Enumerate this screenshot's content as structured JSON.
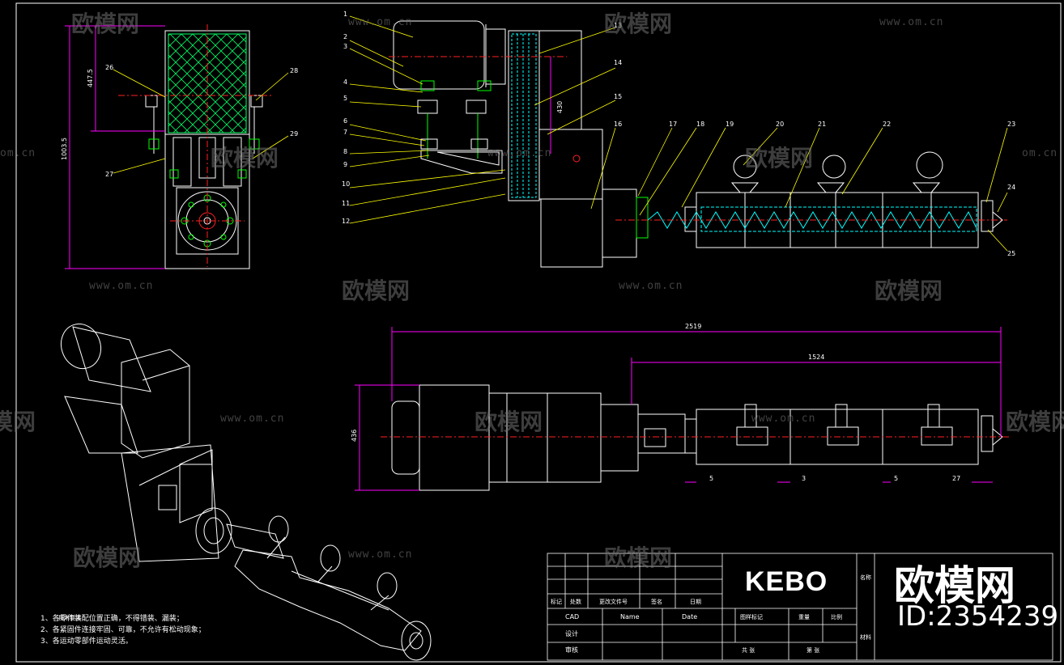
{
  "watermarks": {
    "brand": "欧模网",
    "url": "www.om.cn",
    "id": "ID:2354239",
    "url_fragment": "om.cn",
    "brand_fragment": "欧模网"
  },
  "title_block": {
    "logo": "KEBO",
    "cad": "CAD",
    "name": "Name",
    "date": "Date",
    "rev_headers": [
      "标记",
      "处数",
      "更改文件号",
      "签名",
      "日期"
    ],
    "labels": {
      "design": "设计",
      "check": "审核",
      "stage_mark": "图样标记",
      "weight": "重量",
      "scale": "比例",
      "sheet_total": "共 张",
      "sheet_no": "第 张",
      "material": "材料",
      "name_col": "名称"
    }
  },
  "notes": {
    "title": "技术要求",
    "items": [
      "1、各零件装配位置正确，不得错装、漏装；",
      "2、各紧固件连接牢固、可靠，不允许有松动现象；",
      "3、各运动零部件运动灵活。"
    ]
  },
  "dimensions": {
    "top_left_height": "1003.5",
    "top_left_upper": "447.5",
    "side_height": "430",
    "overall_length": "2519",
    "barrel_length": "1524",
    "front_height": "436",
    "gap_1": "5",
    "gap_2": "3",
    "gap_3": "5",
    "gap_4": "27"
  },
  "part_callouts": [
    "1",
    "2",
    "3",
    "4",
    "5",
    "6",
    "7",
    "8",
    "9",
    "10",
    "11",
    "12",
    "13",
    "14",
    "15",
    "16",
    "17",
    "18",
    "19",
    "20",
    "21",
    "22",
    "23",
    "24",
    "25",
    "26",
    "27",
    "28",
    "29"
  ],
  "colors": {
    "background": "#000000",
    "outline": "#ffffff",
    "center_line": "#ff2020",
    "dimension": "#ff00ff",
    "leader": "#ffff00",
    "hidden": "#00ffff",
    "hatch": "#00ff66",
    "fastener": "#00ff00",
    "watermark": "#6f6f6f"
  }
}
